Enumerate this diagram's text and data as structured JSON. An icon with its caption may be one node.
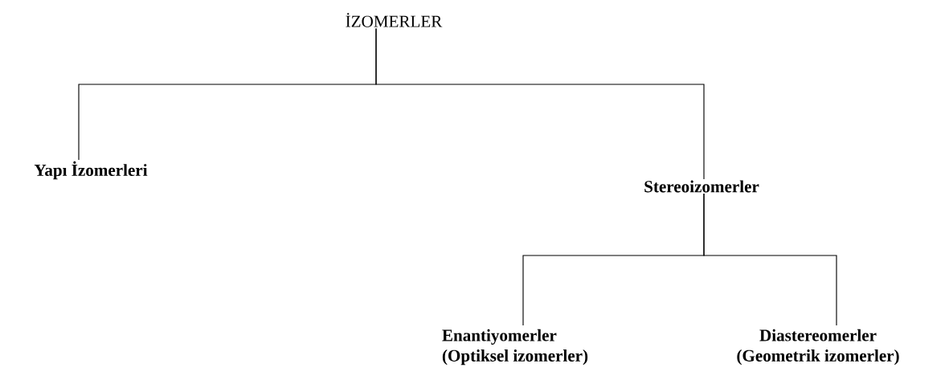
{
  "diagram": {
    "nodes": [
      {
        "text": [
          "İZOMERLER"
        ]
      },
      {
        "text": [
          "Yapı İzomerleri"
        ]
      },
      {
        "text": [
          "Stereoizomerler"
        ]
      },
      {
        "text": [
          "Enantiyomerler",
          "(Optiksel izomerler)"
        ]
      },
      {
        "text": [
          "Diastereomerler",
          "(Geometrik izomerler)"
        ]
      }
    ],
    "edges": [
      {
        "from": 0,
        "to": 1,
        "arrow": "none"
      },
      {
        "from": 0,
        "to": 2,
        "arrow": "none"
      },
      {
        "from": 2,
        "to": 3,
        "arrow": "none"
      },
      {
        "from": 2,
        "to": 4,
        "arrow": "none"
      }
    ]
  }
}
